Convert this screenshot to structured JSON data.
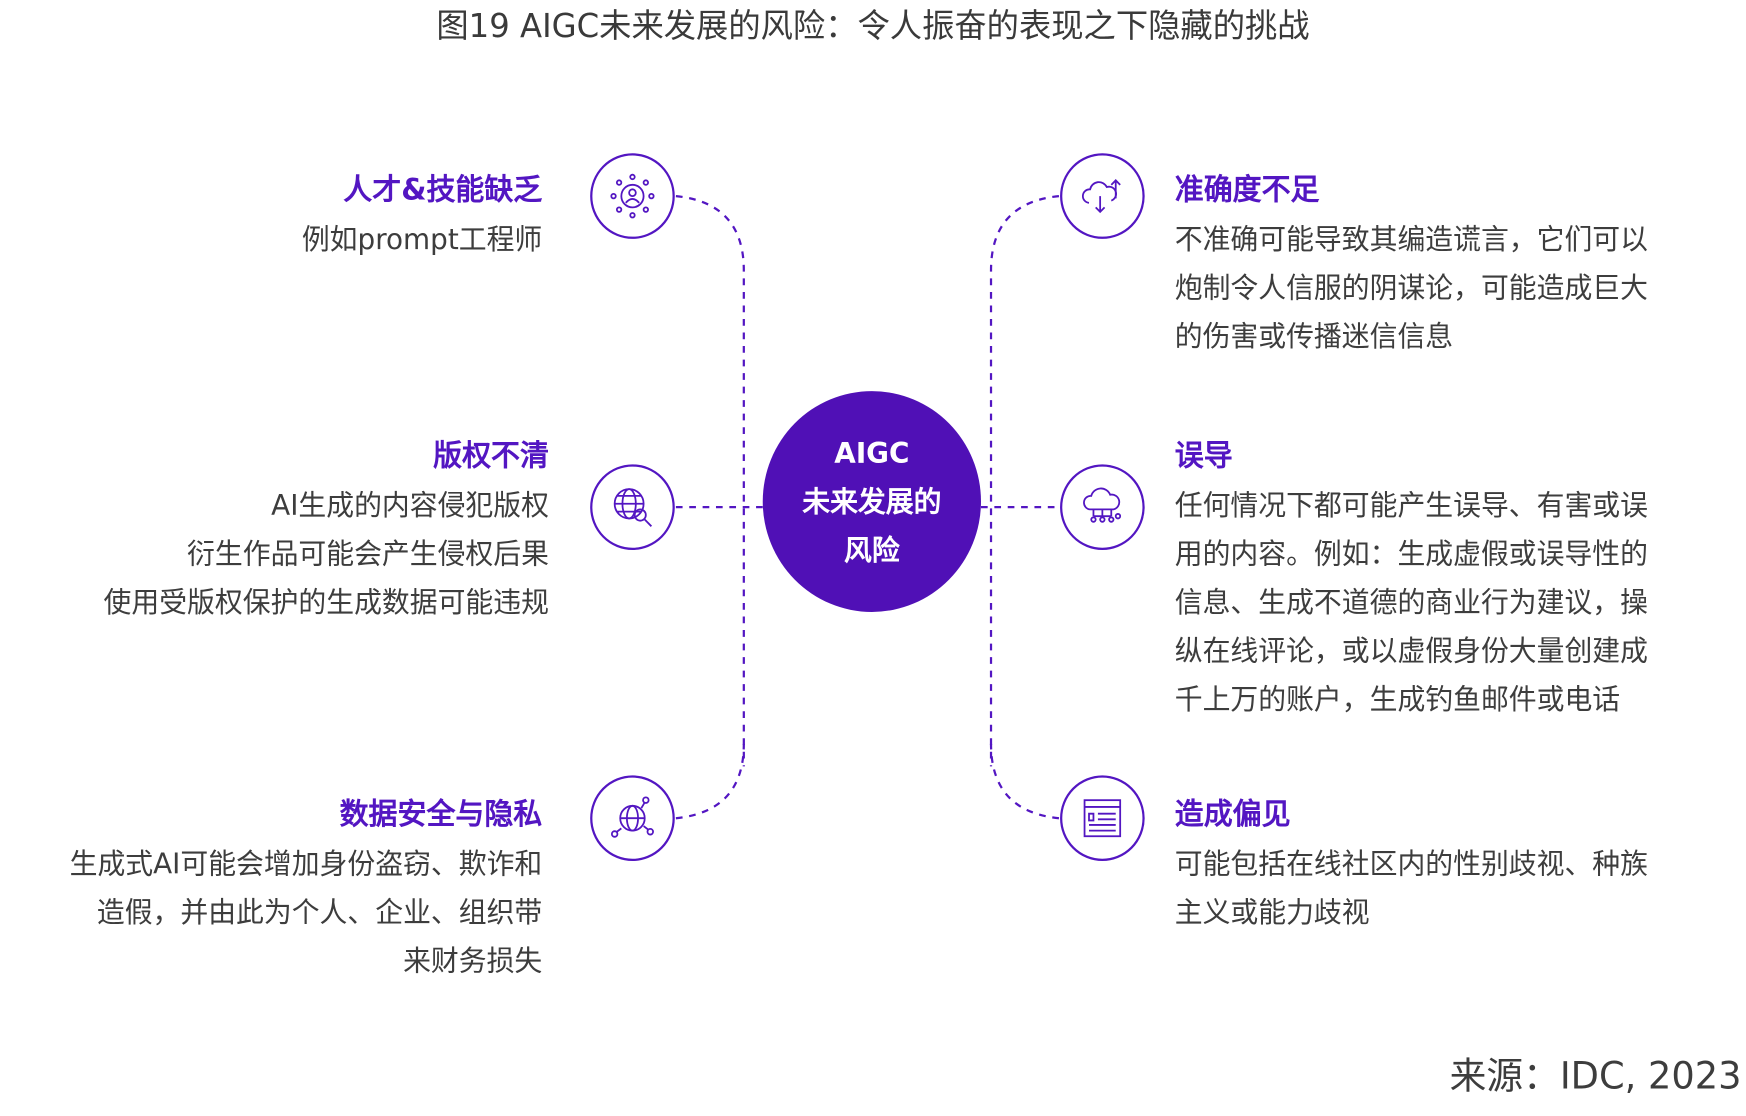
{
  "title": "图19 AIGC未来发展的风险：令人振奋的表现之下隐藏的挑战",
  "center": {
    "line1": "AIGC",
    "line2": "未来发展的",
    "line3": "风险"
  },
  "left": [
    {
      "heading": "人才&技能缺乏",
      "lines": [
        "例如prompt工程师"
      ],
      "icon": "people-network-icon"
    },
    {
      "heading": "版权不清",
      "lines": [
        "AI生成的内容侵犯版权",
        "衍生作品可能会产生侵权后果",
        "使用受版权保护的生成数据可能违规"
      ],
      "icon": "globe-search-icon"
    },
    {
      "heading": "数据安全与隐私",
      "lines": [
        "生成式AI可能会增加身份盗窃、欺诈和",
        "造假，并由此为个人、企业、组织带",
        "来财务损失"
      ],
      "icon": "globe-network-icon"
    }
  ],
  "right": [
    {
      "heading": "准确度不足",
      "lines": [
        "不准确可能导致其编造谎言，它们可以",
        "炮制令人信服的阴谋论，可能造成巨大",
        "的伤害或传播迷信信息"
      ],
      "icon": "cloud-transfer-icon"
    },
    {
      "heading": "误导",
      "lines": [
        "任何情况下都可能产生误导、有害或误",
        "用的内容。例如：生成虚假或误导性的",
        "信息、生成不道德的商业行为建议，操",
        "纵在线评论，或以虚假身份大量创建成",
        "千上万的账户，生成钓鱼邮件或电话"
      ],
      "icon": "cloud-network-icon"
    },
    {
      "heading": "造成偏见",
      "lines": [
        "可能包括在线社区内的性别歧视、种族",
        "主义或能力歧视"
      ],
      "icon": "document-window-icon"
    }
  ],
  "source": "来源：IDC, 2023",
  "colors": {
    "accent": "#5316c2",
    "center": "#5010b6"
  }
}
